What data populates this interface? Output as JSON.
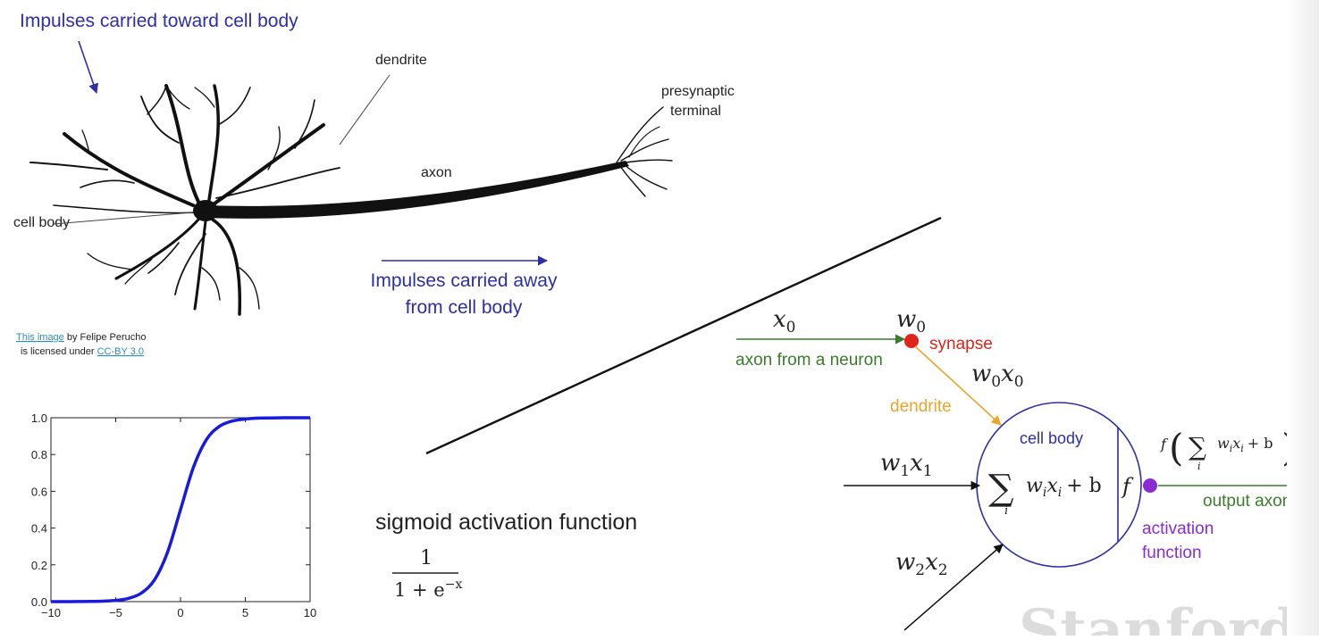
{
  "neuron_illustration": {
    "title": "Impulses carried toward cell body",
    "dendrite_label": "dendrite",
    "presynaptic_label_1": "presynaptic",
    "presynaptic_label_2": "terminal",
    "axon_label": "axon",
    "cell_body_label": "cell body",
    "away_label_1": "Impulses carried away",
    "away_label_2": "from cell body",
    "credit_link_1": "This image",
    "credit_text_1": " by Felipe Perucho",
    "credit_text_2": "is licensed under ",
    "credit_link_2": "CC-BY 3.0"
  },
  "math_model": {
    "x0": "x",
    "x0_sub": "0",
    "w0": "w",
    "w0_sub": "0",
    "synapse_label": "synapse",
    "axon_from_label": "axon from a neuron",
    "w0x0_w": "w",
    "w0x0_wsub": "0",
    "w0x0_x": "x",
    "w0x0_xsub": "0",
    "dendrite_label": "dendrite",
    "cell_body_label": "cell body",
    "w1x1_w": "w",
    "w1x1_wsub": "1",
    "w1x1_x": "x",
    "w1x1_xsub": "1",
    "w2x2_w": "w",
    "w2x2_wsub": "2",
    "w2x2_x": "x",
    "w2x2_xsub": "2",
    "sum_symbol": "∑",
    "sum_index": "i",
    "sum_w": "w",
    "sum_x": "x",
    "sum_sub": "i",
    "plus_b": "+ b",
    "f_symbol": "f",
    "output_f": "f",
    "output_paren_open": "(",
    "output_paren_close": ")",
    "output_axon_label": "output axon",
    "activation_label_1": "activation",
    "activation_label_2": "function",
    "colors": {
      "input_green": "#3a7d2c",
      "synapse_red": "#e0241b",
      "dendrite_orange": "#e8a62a",
      "cell_blue": "#2d2fa3",
      "activation_purple": "#8a2bd6"
    }
  },
  "sigmoid": {
    "label": "sigmoid activation function",
    "numerator": "1",
    "denominator": "1 + e",
    "exponent": "−x"
  },
  "chart_data": {
    "type": "line",
    "function": "sigmoid",
    "x": [
      -10,
      -9,
      -8,
      -7,
      -6,
      -5,
      -4,
      -3,
      -2,
      -1,
      0,
      1,
      2,
      3,
      4,
      5,
      6,
      7,
      8,
      9,
      10
    ],
    "series": [
      {
        "values": [
          4.54e-05,
          0.000123,
          0.000335,
          0.000911,
          0.00247,
          0.00669,
          0.018,
          0.0474,
          0.119,
          0.269,
          0.5,
          0.731,
          0.881,
          0.953,
          0.982,
          0.993,
          0.998,
          0.999,
          0.9997,
          0.9999,
          1.0
        ],
        "color": "#1a1adb"
      }
    ],
    "xlim": [
      -10,
      10
    ],
    "ylim": [
      0,
      1
    ],
    "x_ticks": [
      "−10",
      "−5",
      "0",
      "5",
      "10"
    ],
    "x_tick_values": [
      -10,
      -5,
      0,
      5,
      10
    ],
    "y_ticks": [
      "0.0",
      "0.2",
      "0.4",
      "0.6",
      "0.8",
      "1.0"
    ],
    "y_tick_values": [
      0,
      0.2,
      0.4,
      0.6,
      0.8,
      1.0
    ],
    "grid": false,
    "title": "",
    "xlabel": "",
    "ylabel": ""
  },
  "watermark": "Stanford"
}
